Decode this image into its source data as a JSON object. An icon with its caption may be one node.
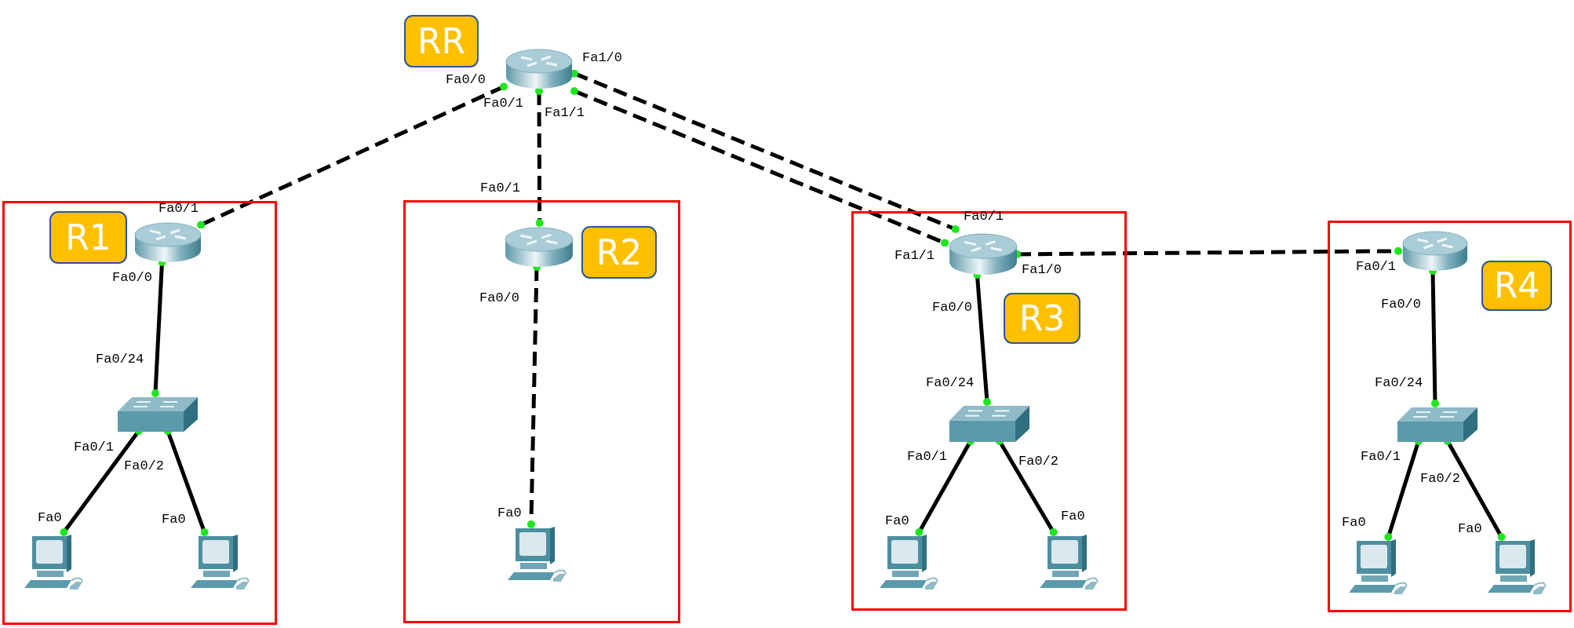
{
  "diagram": {
    "nodes": [
      {
        "text": [
          "RR"
        ]
      },
      {
        "text": [],
        "shape": "router",
        "beside": [
          "Fa0/0",
          "Fa1/0",
          "Fa0/1",
          "Fa1/1"
        ]
      },
      {
        "text": [],
        "shape": "box"
      },
      {
        "text": [
          "R1"
        ],
        "in": 2
      },
      {
        "text": [],
        "shape": "router",
        "in": 2,
        "beside": [
          "Fa0/1",
          "Fa0/0"
        ]
      },
      {
        "text": [],
        "shape": "switch",
        "in": 2,
        "beside": [
          "Fa0/24",
          "Fa0/1",
          "Fa0/2"
        ]
      },
      {
        "text": [],
        "shape": "computer",
        "in": 2,
        "beside": [
          "Fa0"
        ]
      },
      {
        "text": [],
        "shape": "computer",
        "in": 2,
        "beside": [
          "Fa0"
        ]
      },
      {
        "text": [],
        "shape": "box"
      },
      {
        "text": [],
        "shape": "router",
        "in": 8,
        "beside": [
          "Fa0/1",
          "Fa0/0"
        ]
      },
      {
        "text": [
          "R2"
        ],
        "in": 8
      },
      {
        "text": [],
        "shape": "computer",
        "in": 8,
        "beside": [
          "Fa0"
        ]
      },
      {
        "text": [],
        "shape": "box"
      },
      {
        "text": [],
        "shape": "router",
        "in": 12,
        "beside": [
          "Fa0/1",
          "Fa1/1",
          "Fa1/0",
          "Fa0/0"
        ]
      },
      {
        "text": [
          "R3"
        ],
        "in": 12
      },
      {
        "text": [],
        "shape": "switch",
        "in": 12,
        "beside": [
          "Fa0/24",
          "Fa0/1",
          "Fa0/2"
        ]
      },
      {
        "text": [],
        "shape": "computer",
        "in": 12,
        "beside": [
          "Fa0"
        ]
      },
      {
        "text": [],
        "shape": "computer",
        "in": 12,
        "beside": [
          "Fa0"
        ]
      },
      {
        "text": [],
        "shape": "box"
      },
      {
        "text": [],
        "shape": "router",
        "in": 18,
        "beside": [
          "Fa0/1",
          "Fa0/0"
        ]
      },
      {
        "text": [
          "R4"
        ],
        "in": 18
      },
      {
        "text": [],
        "shape": "switch",
        "in": 18,
        "beside": [
          "Fa0/24",
          "Fa0/1",
          "Fa0/2"
        ]
      },
      {
        "text": [],
        "shape": "computer",
        "in": 18,
        "beside": [
          "Fa0"
        ]
      },
      {
        "text": [],
        "shape": "computer",
        "in": 18,
        "beside": [
          "Fa0"
        ]
      }
    ],
    "edges": [
      {
        "from": 1,
        "to": 4,
        "arrow": "other",
        "style": "dashed"
      },
      {
        "from": 1,
        "to": 9,
        "arrow": "other",
        "style": "dashed"
      },
      {
        "from": 1,
        "to": 13,
        "arrow": "other",
        "style": "dashed"
      },
      {
        "from": 1,
        "to": 13,
        "arrow": "other",
        "style": "dashed"
      },
      {
        "from": 13,
        "to": 19,
        "arrow": "other",
        "style": "dashed"
      },
      {
        "from": 4,
        "to": 5,
        "arrow": "other"
      },
      {
        "from": 5,
        "to": 6,
        "arrow": "other"
      },
      {
        "from": 5,
        "to": 7,
        "arrow": "other"
      },
      {
        "from": 9,
        "to": 11,
        "arrow": "other",
        "style": "dashed"
      },
      {
        "from": 13,
        "to": 15,
        "arrow": "other"
      },
      {
        "from": 15,
        "to": 16,
        "arrow": "other"
      },
      {
        "from": 15,
        "to": 17,
        "arrow": "other"
      },
      {
        "from": 19,
        "to": 21,
        "arrow": "other"
      },
      {
        "from": 21,
        "to": 22,
        "arrow": "other"
      },
      {
        "from": 21,
        "to": 23,
        "arrow": "other"
      }
    ]
  }
}
